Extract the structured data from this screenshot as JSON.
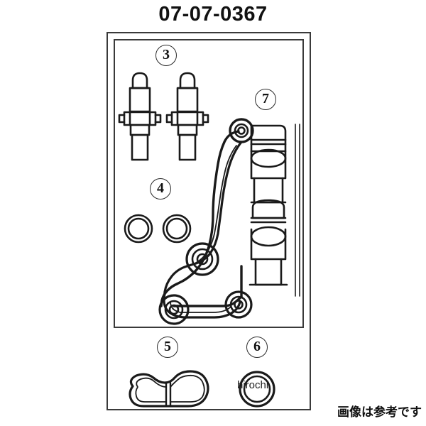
{
  "diagram": {
    "title": "07-07-0367",
    "footer_note": "画像は参考です",
    "watermark": "hirochi",
    "callouts": [
      {
        "id": "3",
        "label": "3",
        "refers_to": "banjo-bolts"
      },
      {
        "id": "4",
        "label": "4",
        "refers_to": "sealing-washers"
      },
      {
        "id": "7",
        "label": "7",
        "refers_to": "caliper-body-bracket"
      },
      {
        "id": "5",
        "label": "5",
        "refers_to": "twin-lobe-gasket"
      },
      {
        "id": "6",
        "label": "6",
        "refers_to": "o-ring"
      }
    ],
    "parts": [
      {
        "name": "banjo-bolt-left",
        "type": "bolt",
        "callout": "3"
      },
      {
        "name": "banjo-bolt-right",
        "type": "bolt",
        "callout": "3"
      },
      {
        "name": "sealing-washer-left",
        "type": "washer",
        "callout": "4"
      },
      {
        "name": "sealing-washer-right",
        "type": "washer",
        "callout": "4"
      },
      {
        "name": "caliper-body-bracket",
        "type": "bracket",
        "callout": "7"
      },
      {
        "name": "twin-lobe-gasket",
        "type": "gasket",
        "callout": "5"
      },
      {
        "name": "o-ring",
        "type": "o-ring",
        "callout": "6"
      }
    ],
    "colors": {
      "line": "#1a1a1a",
      "frame": "#3a3a3a",
      "text": "#111111",
      "background": "#ffffff"
    }
  }
}
